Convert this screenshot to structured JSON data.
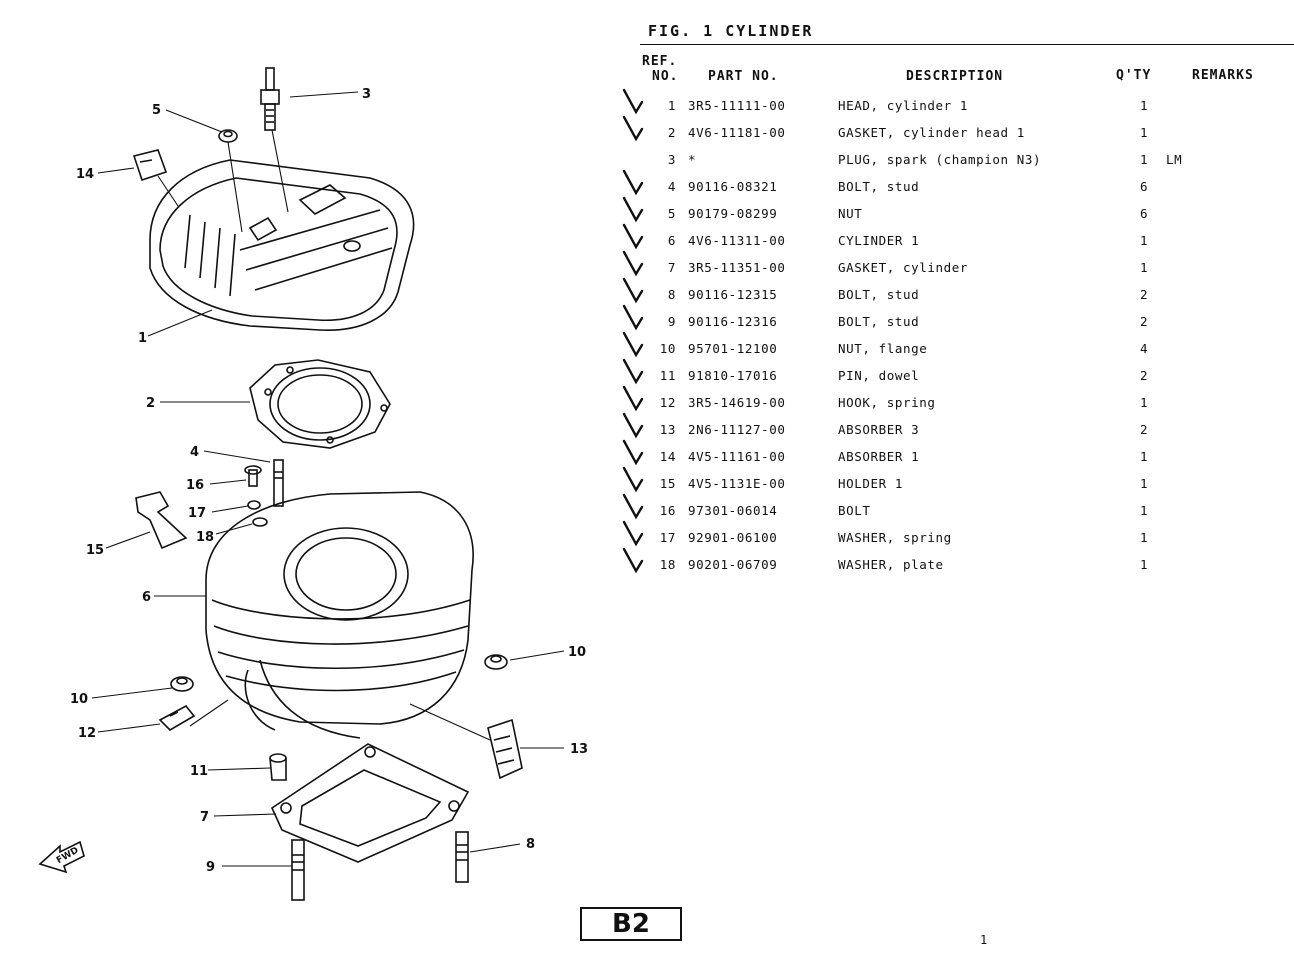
{
  "figure": {
    "title": "FIG. 1 CYLINDER"
  },
  "table_header": {
    "ref_line1": "REF.",
    "ref_line2": "NO.",
    "part_no": "PART NO.",
    "description": "DESCRIPTION",
    "qty": "Q'TY",
    "remarks": "REMARKS"
  },
  "parts": [
    {
      "ref": "1",
      "part_no": "3R5-11111-00",
      "description": "HEAD, cylinder 1",
      "qty": "1",
      "remarks": "",
      "mark": "check"
    },
    {
      "ref": "2",
      "part_no": "4V6-11181-00",
      "description": "GASKET, cylinder head 1",
      "qty": "1",
      "remarks": "",
      "mark": "check"
    },
    {
      "ref": "3",
      "part_no": "*",
      "description": "PLUG, spark (champion N3)",
      "qty": "1",
      "remarks": "LM",
      "mark": ""
    },
    {
      "ref": "4",
      "part_no": "90116-08321",
      "description": "BOLT, stud",
      "qty": "6",
      "remarks": "",
      "mark": "check"
    },
    {
      "ref": "5",
      "part_no": "90179-08299",
      "description": "NUT",
      "qty": "6",
      "remarks": "",
      "mark": "check"
    },
    {
      "ref": "6",
      "part_no": "4V6-11311-00",
      "description": "CYLINDER 1",
      "qty": "1",
      "remarks": "",
      "mark": "check"
    },
    {
      "ref": "7",
      "part_no": "3R5-11351-00",
      "description": "GASKET, cylinder",
      "qty": "1",
      "remarks": "",
      "mark": "check"
    },
    {
      "ref": "8",
      "part_no": "90116-12315",
      "description": "BOLT, stud",
      "qty": "2",
      "remarks": "",
      "mark": "check"
    },
    {
      "ref": "9",
      "part_no": "90116-12316",
      "description": "BOLT, stud",
      "qty": "2",
      "remarks": "",
      "mark": "check"
    },
    {
      "ref": "10",
      "part_no": "95701-12100",
      "description": "NUT, flange",
      "qty": "4",
      "remarks": "",
      "mark": "check"
    },
    {
      "ref": "11",
      "part_no": "91810-17016",
      "description": "PIN, dowel",
      "qty": "2",
      "remarks": "",
      "mark": "check"
    },
    {
      "ref": "12",
      "part_no": "3R5-14619-00",
      "description": "HOOK, spring",
      "qty": "1",
      "remarks": "",
      "mark": "check"
    },
    {
      "ref": "13",
      "part_no": "2N6-11127-00",
      "description": "ABSORBER 3",
      "qty": "2",
      "remarks": "",
      "mark": "check"
    },
    {
      "ref": "14",
      "part_no": "4V5-11161-00",
      "description": "ABSORBER 1",
      "qty": "1",
      "remarks": "",
      "mark": "check"
    },
    {
      "ref": "15",
      "part_no": "4V5-1131E-00",
      "description": "HOLDER 1",
      "qty": "1",
      "remarks": "",
      "mark": "check"
    },
    {
      "ref": "16",
      "part_no": "97301-06014",
      "description": "BOLT",
      "qty": "1",
      "remarks": "",
      "mark": "check"
    },
    {
      "ref": "17",
      "part_no": "92901-06100",
      "description": "WASHER, spring",
      "qty": "1",
      "remarks": "",
      "mark": "check"
    },
    {
      "ref": "18",
      "part_no": "90201-06709",
      "description": "WASHER, plate",
      "qty": "1",
      "remarks": "",
      "mark": "check"
    }
  ],
  "callouts": [
    "1",
    "2",
    "3",
    "4",
    "5",
    "6",
    "7",
    "8",
    "9",
    "10",
    "10",
    "11",
    "12",
    "13",
    "14",
    "15",
    "16",
    "17",
    "18"
  ],
  "fwd_label": "FWD",
  "page_code": "B2",
  "page_number": "1"
}
